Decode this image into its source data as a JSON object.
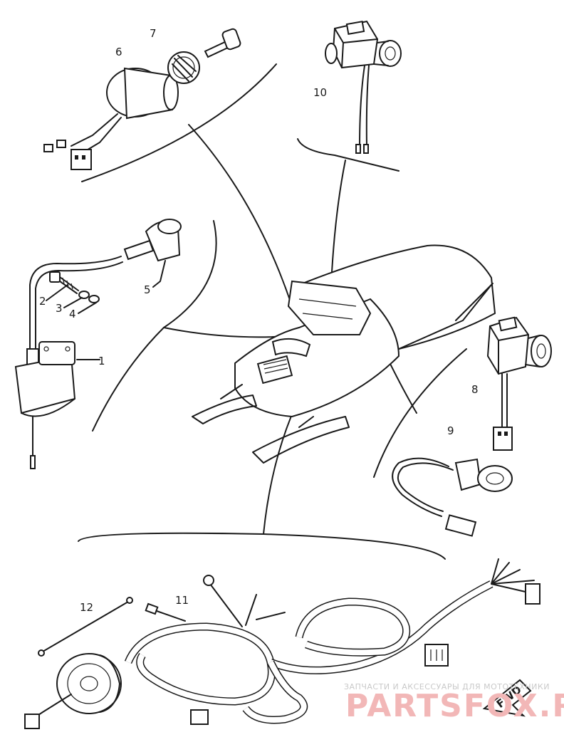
{
  "diagram": {
    "part_numbers": [
      "1",
      "2",
      "3",
      "4",
      "5",
      "6",
      "7",
      "8",
      "9",
      "10",
      "11",
      "12"
    ],
    "fwd_label": "FWD"
  },
  "watermark": {
    "tagline": "ЗАПЧАСТИ И АКСЕССУАРЫ ДЛЯ МОТОТЕХНИКИ",
    "brand": "PARTSFOX.RU"
  },
  "colors": {
    "ink": "#1a1a1a",
    "watermark": "#f2b7b7"
  }
}
